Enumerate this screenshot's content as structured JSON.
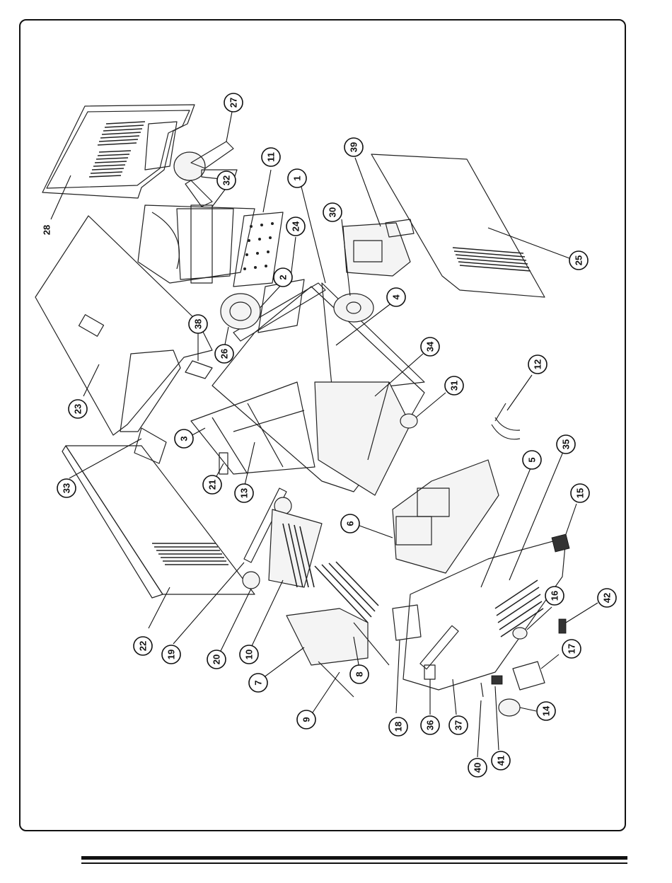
{
  "diagram": {
    "type": "exploded-parts-view",
    "callouts": [
      "1",
      "2",
      "3",
      "4",
      "5",
      "6",
      "7",
      "8",
      "9",
      "10",
      "11",
      "12",
      "13",
      "14",
      "15",
      "16",
      "17",
      "18",
      "19",
      "20",
      "21",
      "22",
      "23",
      "24",
      "25",
      "26",
      "27",
      "28",
      "30",
      "31",
      "32",
      "33",
      "34",
      "35",
      "36",
      "37",
      "38",
      "39",
      "40",
      "41",
      "42"
    ]
  }
}
